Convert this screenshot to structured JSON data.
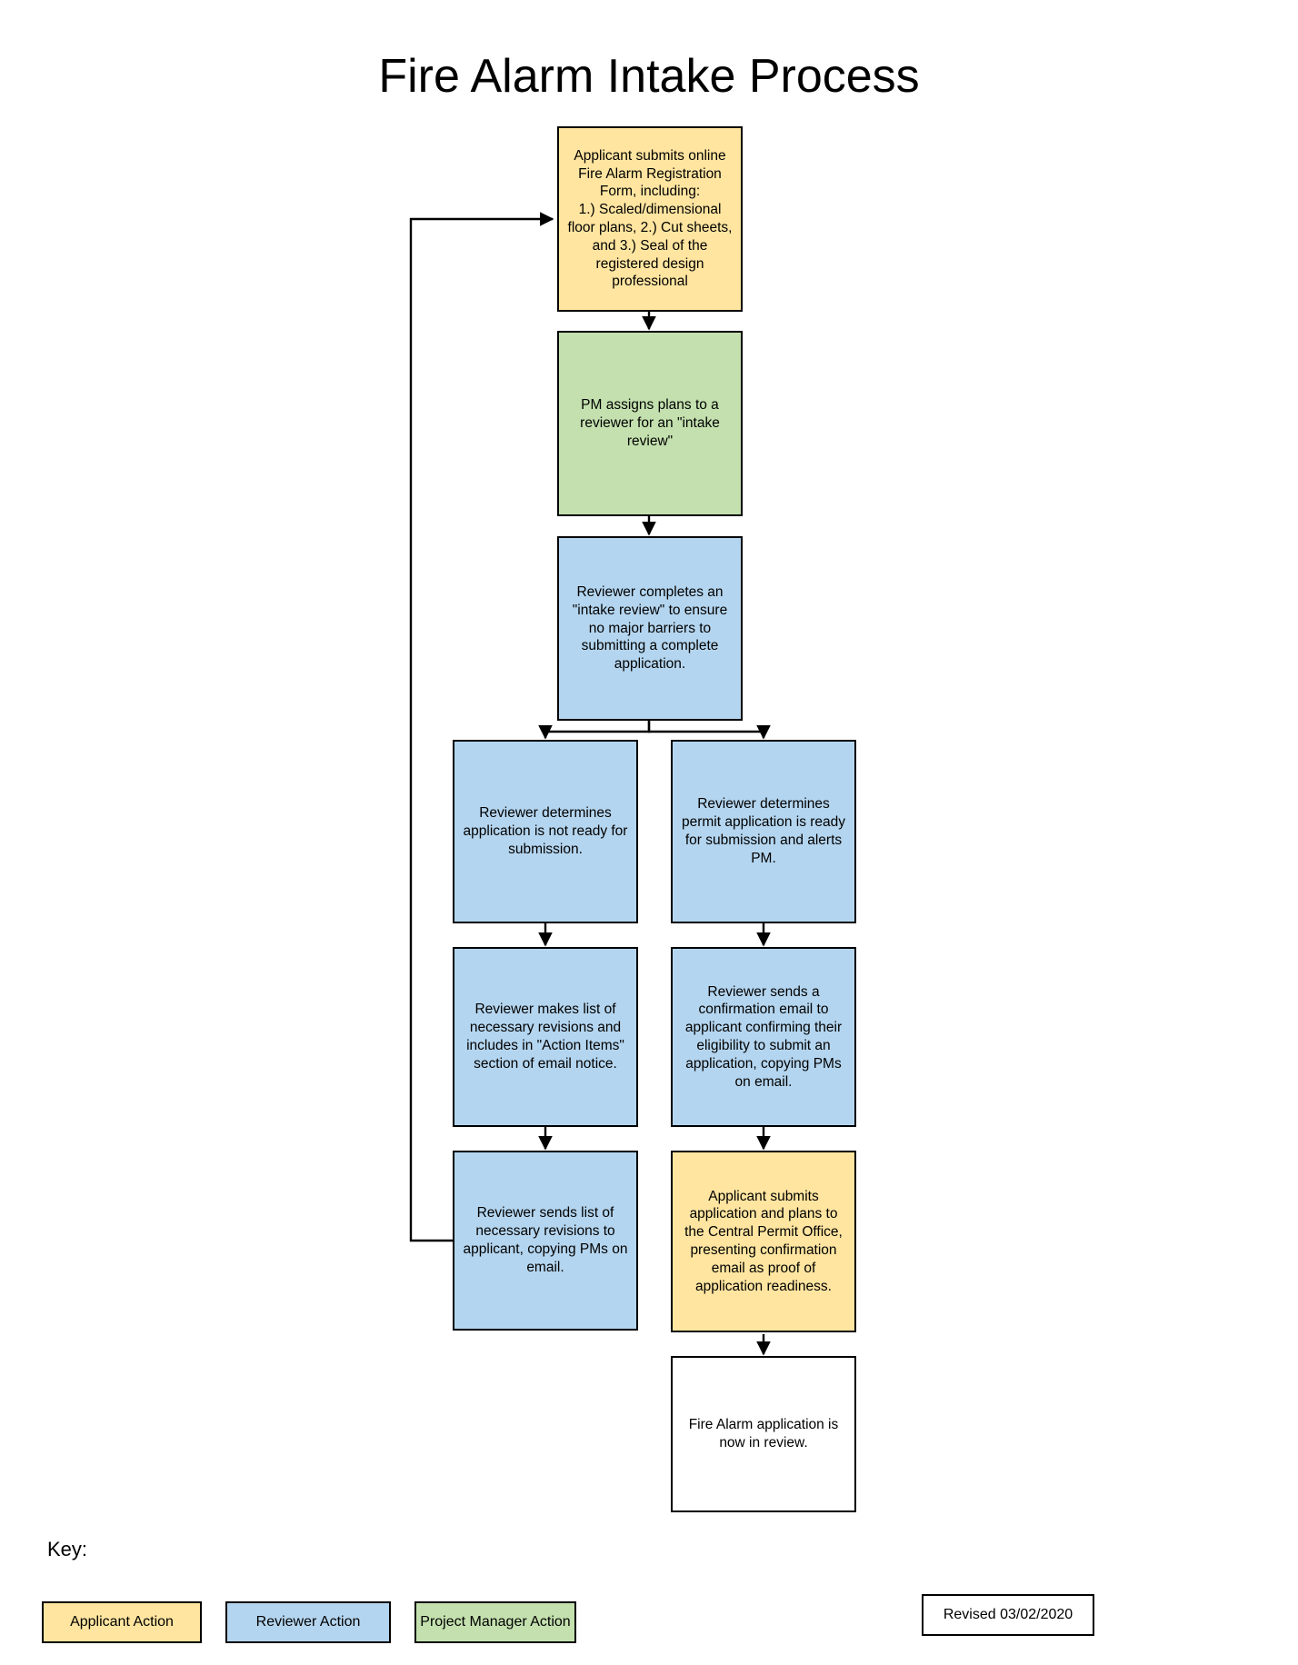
{
  "title": "Fire Alarm Intake Process",
  "colors": {
    "applicant": "#ffe5a0",
    "reviewer": "#b4d5ef",
    "project_manager": "#c3e0ae",
    "plain": "#ffffff",
    "stroke": "#000000"
  },
  "nodes": {
    "submit_form": "Applicant submits online Fire Alarm Registration Form, including:\n1.) Scaled/dimensional floor plans, 2.) Cut sheets, and 3.) Seal of the registered design professional",
    "pm_assigns": "PM assigns plans to a reviewer for an \"intake review\"",
    "intake_review": "Reviewer completes an \"intake review\" to ensure no major barriers to submitting a complete application.",
    "not_ready": "Reviewer determines application is not ready for  submission.",
    "ready": "Reviewer determines permit application is ready for submission and alerts PM.",
    "makes_list": "Reviewer makes list of necessary revisions and includes in \"Action Items\" section of email notice.",
    "confirmation_email": "Reviewer sends a confirmation email to applicant confirming their eligibility to submit an application, copying PMs on email.",
    "sends_list": "Reviewer sends list of necessary revisions to applicant, copying PMs on email.",
    "submits_application": "Applicant submits application and plans to the Central Permit Office, presenting confirmation email as proof of application readiness.",
    "in_review": "Fire Alarm application is now in review."
  },
  "key": {
    "label": "Key:",
    "items": [
      {
        "label": "Applicant Action",
        "color": "#ffe5a0"
      },
      {
        "label": "Reviewer Action",
        "color": "#b4d5ef"
      },
      {
        "label": "Project Manager Action",
        "color": "#c3e0ae"
      }
    ]
  },
  "revised": "Revised 03/02/2020"
}
